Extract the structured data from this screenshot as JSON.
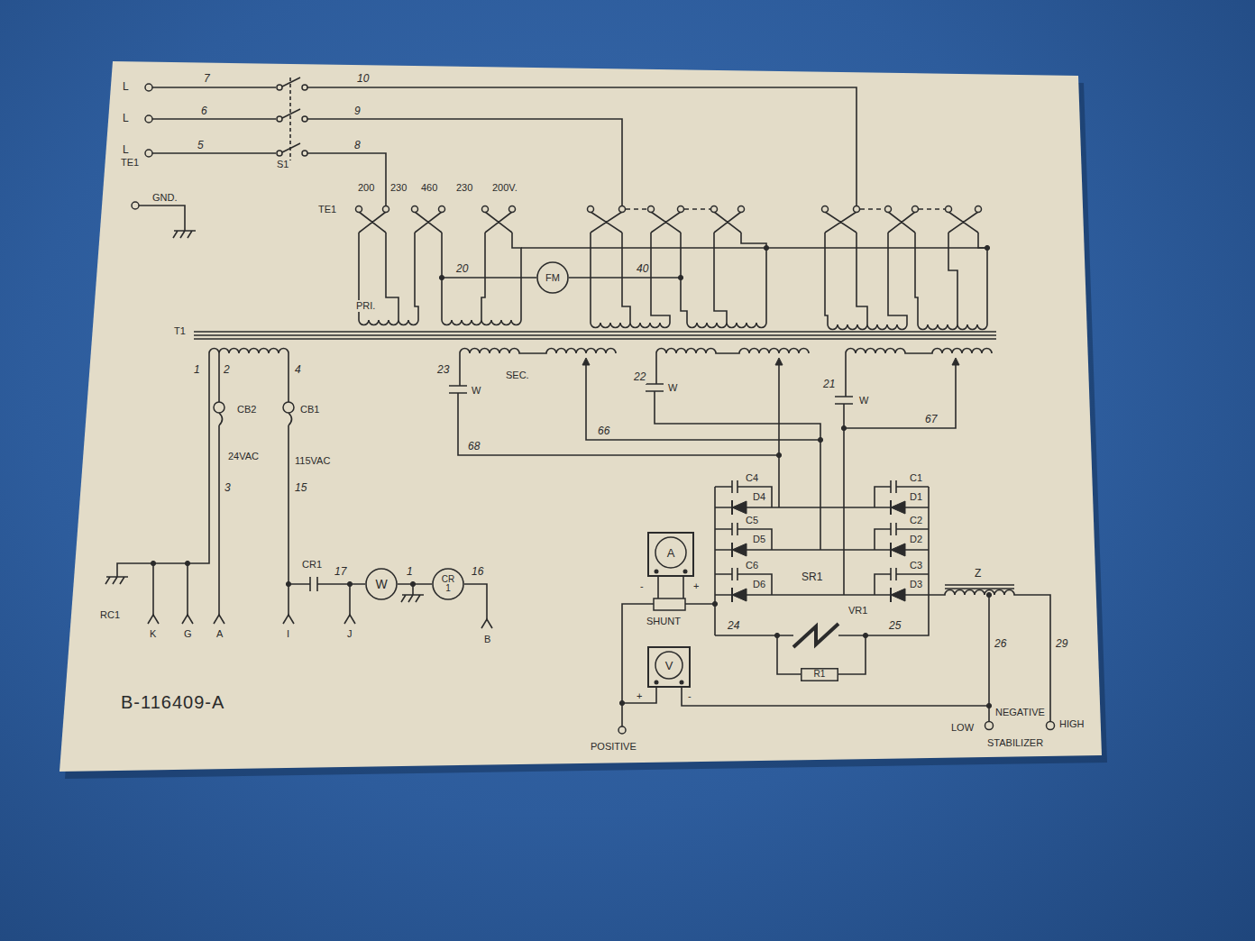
{
  "diagram": {
    "nodes": [
      {
        "text": [
          "FM"
        ]
      },
      {
        "text": [
          "A"
        ]
      },
      {
        "text": [
          "W"
        ]
      },
      {
        "text": [
          "CR 1"
        ]
      },
      {
        "text": [
          "R1"
        ]
      },
      {
        "text": [
          "V"
        ]
      }
    ],
    "edges": [
      {
        "from": 2,
        "to": 3,
        "arrow": "none"
      }
    ],
    "labels": [
      "L",
      "7",
      "L",
      "6",
      "L",
      "5",
      "TE1",
      "S1",
      "10",
      "9",
      "8",
      "GND.",
      "200",
      "230",
      "460",
      "230",
      "200V.",
      "TE1",
      "20",
      "40",
      "PRI.",
      "T1",
      "1",
      "2",
      "4",
      "CB2",
      "CB1",
      "24VAC",
      "115VAC",
      "3",
      "15",
      "23",
      "SEC.",
      "W",
      "22",
      "W",
      "21",
      "W",
      "68",
      "66",
      "67",
      "C4",
      "D4",
      "C1",
      "D1",
      "C5",
      "D5",
      "C2",
      "D2",
      "C6",
      "D6",
      "C3",
      "D3",
      "SR1",
      "Z",
      "CR1",
      "17",
      "1",
      "16",
      "RC1",
      "K",
      "G",
      "A",
      "I",
      "J",
      "B",
      "-",
      "+",
      "SHUNT",
      "24",
      "VR1",
      "25",
      "26",
      "29",
      "+",
      "-",
      "NEGATIVE",
      "LOW",
      "HIGH",
      "STABILIZER",
      "POSITIVE",
      "B-116409-A"
    ]
  }
}
